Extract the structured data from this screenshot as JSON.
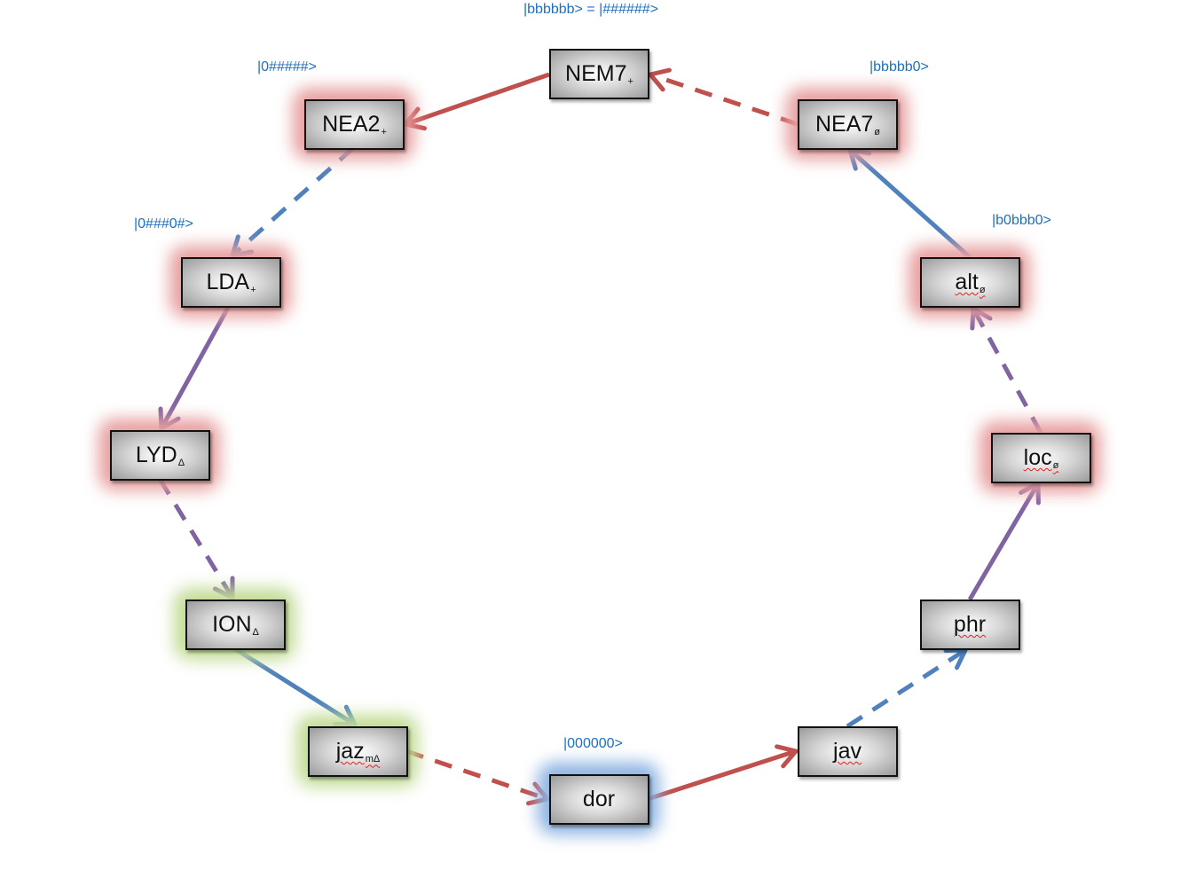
{
  "colors": {
    "red": "#c0504d",
    "blue": "#4f81bd",
    "purple": "#8064a2",
    "glow_red": "#e8a0a0",
    "glow_green": "#c3dc96",
    "glow_blue": "#8db3e2",
    "ket_text": "#1f6fbf"
  },
  "nodes": [
    {
      "id": "NEM7",
      "label": "NEM7",
      "sub": "+",
      "glow": null,
      "spell": false
    },
    {
      "id": "NEA2",
      "label": "NEA2",
      "sub": "+",
      "glow": "red",
      "spell": false
    },
    {
      "id": "NEA7",
      "label": "NEA7",
      "sub": "ø",
      "glow": "red",
      "spell": false
    },
    {
      "id": "LDA",
      "label": "LDA",
      "sub": "+",
      "glow": "red",
      "spell": false
    },
    {
      "id": "alt",
      "label": "alt",
      "sub": "ø",
      "glow": "red",
      "spell": true
    },
    {
      "id": "LYD",
      "label": "LYD",
      "sub": "Δ",
      "glow": "red",
      "spell": false
    },
    {
      "id": "loc",
      "label": "loc",
      "sub": "ø",
      "glow": "red",
      "spell": true
    },
    {
      "id": "ION",
      "label": "ION",
      "sub": "Δ",
      "glow": "green",
      "spell": false
    },
    {
      "id": "phr",
      "label": "phr",
      "sub": "",
      "glow": null,
      "spell": true
    },
    {
      "id": "jaz",
      "label": "jaz",
      "sub": "mΔ",
      "glow": "green",
      "spell": true
    },
    {
      "id": "jav",
      "label": "jav",
      "sub": "",
      "glow": null,
      "spell": true
    },
    {
      "id": "dor",
      "label": "dor",
      "sub": "",
      "glow": "blue",
      "spell": false
    }
  ],
  "kets": [
    {
      "id": "nem7",
      "text": "|bbbbbb> = |######>"
    },
    {
      "id": "nea2",
      "text": "|0#####>"
    },
    {
      "id": "nea7",
      "text": "|bbbbb0>"
    },
    {
      "id": "lda",
      "text": "|0###0#>"
    },
    {
      "id": "alt",
      "text": "|b0bbb0>"
    },
    {
      "id": "dor",
      "text": "|000000>"
    }
  ],
  "edges": [
    {
      "from": "dor",
      "to": "jav",
      "color": "red",
      "style": "solid"
    },
    {
      "from": "jav",
      "to": "phr",
      "color": "blue",
      "style": "dashed"
    },
    {
      "from": "phr",
      "to": "loc",
      "color": "purple",
      "style": "solid"
    },
    {
      "from": "loc",
      "to": "alt",
      "color": "purple",
      "style": "dashed"
    },
    {
      "from": "alt",
      "to": "NEA7",
      "color": "blue",
      "style": "solid"
    },
    {
      "from": "NEA7",
      "to": "NEM7",
      "color": "red",
      "style": "dashed"
    },
    {
      "from": "NEM7",
      "to": "NEA2",
      "color": "red",
      "style": "solid"
    },
    {
      "from": "NEA2",
      "to": "LDA",
      "color": "blue",
      "style": "dashed"
    },
    {
      "from": "LDA",
      "to": "LYD",
      "color": "purple",
      "style": "solid"
    },
    {
      "from": "LYD",
      "to": "ION",
      "color": "purple",
      "style": "dashed"
    },
    {
      "from": "ION",
      "to": "jaz",
      "color": "blue",
      "style": "solid"
    },
    {
      "from": "jaz",
      "to": "dor",
      "color": "red",
      "style": "dashed"
    }
  ]
}
